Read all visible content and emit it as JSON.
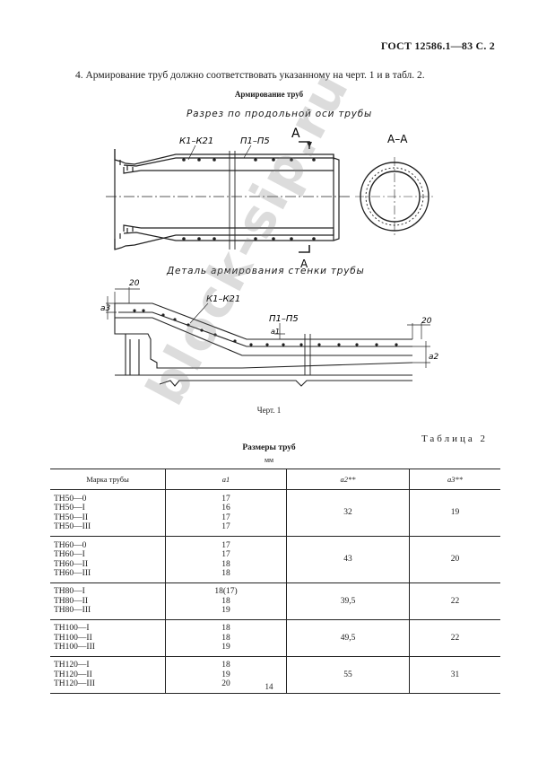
{
  "header": {
    "standard_page": "ГОСТ 12586.1—83 С. 2"
  },
  "paragraph": {
    "text": "4.  Армирование труб должно соответствовать указанному на черт. 1 и в табл. 2."
  },
  "figure": {
    "title": "Армирование труб",
    "section_caption": "Разрез по продольной оси трубы",
    "detail_caption": "Деталь армирования стенки трубы",
    "caption": "Черт. 1",
    "labels": {
      "k1": "К1–К21",
      "p1": "П1–П5",
      "cut": "А",
      "cut_view": "А–А",
      "k1_detail": "К1–К21",
      "p1_detail": "П1–П5",
      "dim20_left": "20",
      "dim20_right": "20",
      "a1": "a1",
      "a2": "a2",
      "a3": "a3"
    }
  },
  "table": {
    "label": "Таблица 2",
    "title": "Размеры труб",
    "unit": "мм",
    "columns": [
      "Марка трубы",
      "a1",
      "a2**",
      "a3**"
    ],
    "groups": [
      {
        "marks": [
          "ТН50—0",
          "ТН50—I",
          "ТН50—II",
          "ТН50—III"
        ],
        "a1": [
          "17",
          "16",
          "17",
          "17"
        ],
        "a2": "32",
        "a3": "19"
      },
      {
        "marks": [
          "ТН60—0",
          "ТН60—I",
          "ТН60—II",
          "ТН60—III"
        ],
        "a1": [
          "17",
          "17",
          "18",
          "18"
        ],
        "a2": "43",
        "a3": "20"
      },
      {
        "marks": [
          "ТН80—I",
          "ТН80—II",
          "ТН80—III"
        ],
        "a1": [
          "18(17)",
          "18",
          "19"
        ],
        "a2": "39,5",
        "a3": "22"
      },
      {
        "marks": [
          "ТН100—I",
          "ТН100—II",
          "ТН100—III"
        ],
        "a1": [
          "18",
          "18",
          "19"
        ],
        "a2": "49,5",
        "a3": "22"
      },
      {
        "marks": [
          "ТН120—I",
          "ТН120—II",
          "ТН120—III"
        ],
        "a1": [
          "18",
          "19",
          "20"
        ],
        "a2": "55",
        "a3": "31"
      }
    ]
  },
  "footer": {
    "page_number": "14"
  },
  "watermark": {
    "text": "block-sip.ru"
  }
}
